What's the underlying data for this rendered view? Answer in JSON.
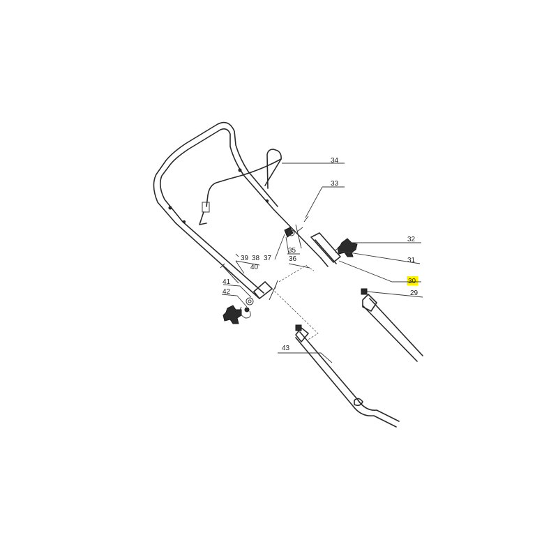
{
  "highlight_color": "#fff200",
  "callouts": [
    {
      "id": "c34",
      "text": "34"
    },
    {
      "id": "c33",
      "text": "33"
    },
    {
      "id": "c32",
      "text": "32"
    },
    {
      "id": "c31",
      "text": "31"
    },
    {
      "id": "c30",
      "text": "30",
      "highlighted": true
    },
    {
      "id": "c29",
      "text": "29"
    },
    {
      "id": "c35",
      "text": "35"
    },
    {
      "id": "c39",
      "text": "39"
    },
    {
      "id": "c38",
      "text": "38"
    },
    {
      "id": "c37",
      "text": "37"
    },
    {
      "id": "c36",
      "text": "36"
    },
    {
      "id": "c40",
      "text": "40"
    },
    {
      "id": "c41",
      "text": "41"
    },
    {
      "id": "c42",
      "text": "42"
    },
    {
      "id": "c43",
      "text": "43"
    }
  ]
}
